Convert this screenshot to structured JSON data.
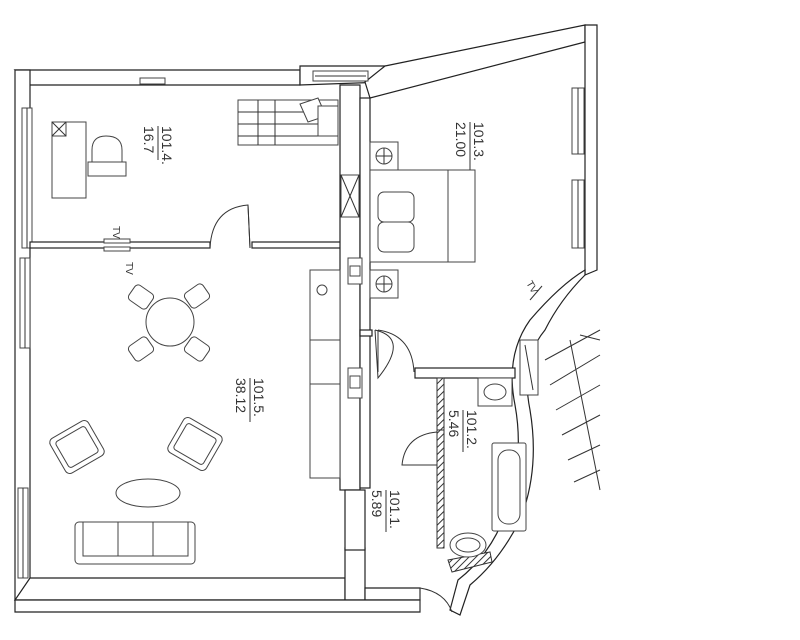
{
  "rooms": [
    {
      "id": "r1014",
      "number": "101.4.",
      "area": "16.7"
    },
    {
      "id": "r1013",
      "number": "101.3.",
      "area": "21.00"
    },
    {
      "id": "r1015",
      "number": "101.5.",
      "area": "38.12"
    },
    {
      "id": "r1012",
      "number": "101.2.",
      "area": "5.46"
    },
    {
      "id": "r1011",
      "number": "101.1.",
      "area": "5.89"
    }
  ],
  "tv_labels": [
    "TV",
    "TV",
    "TV"
  ],
  "colors": {
    "wall": "#222222",
    "line": "#444444",
    "background": "#ffffff"
  }
}
